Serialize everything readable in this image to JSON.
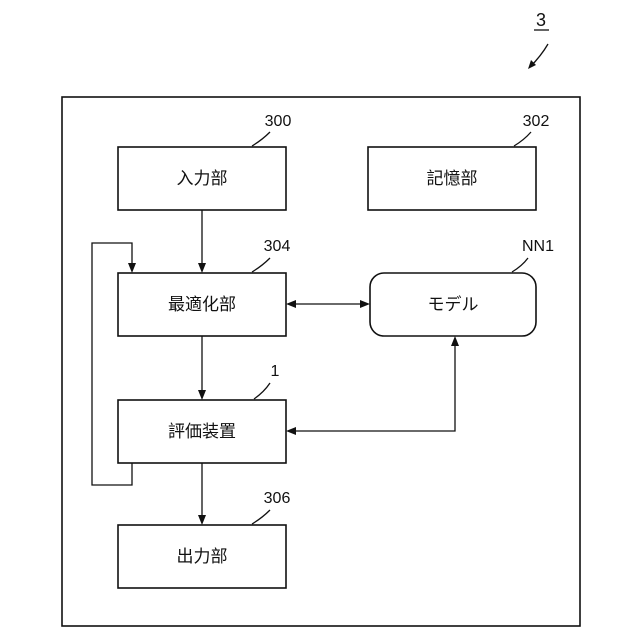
{
  "figure": {
    "number": "3"
  },
  "blocks": {
    "input": {
      "label": "入力部",
      "ref": "300"
    },
    "storage": {
      "label": "記憶部",
      "ref": "302"
    },
    "optimizer": {
      "label": "最適化部",
      "ref": "304"
    },
    "model": {
      "label": "モデル",
      "ref": "NN1"
    },
    "evaluator": {
      "label": "評価装置",
      "ref": "1"
    },
    "output": {
      "label": "出力部",
      "ref": "306"
    }
  }
}
